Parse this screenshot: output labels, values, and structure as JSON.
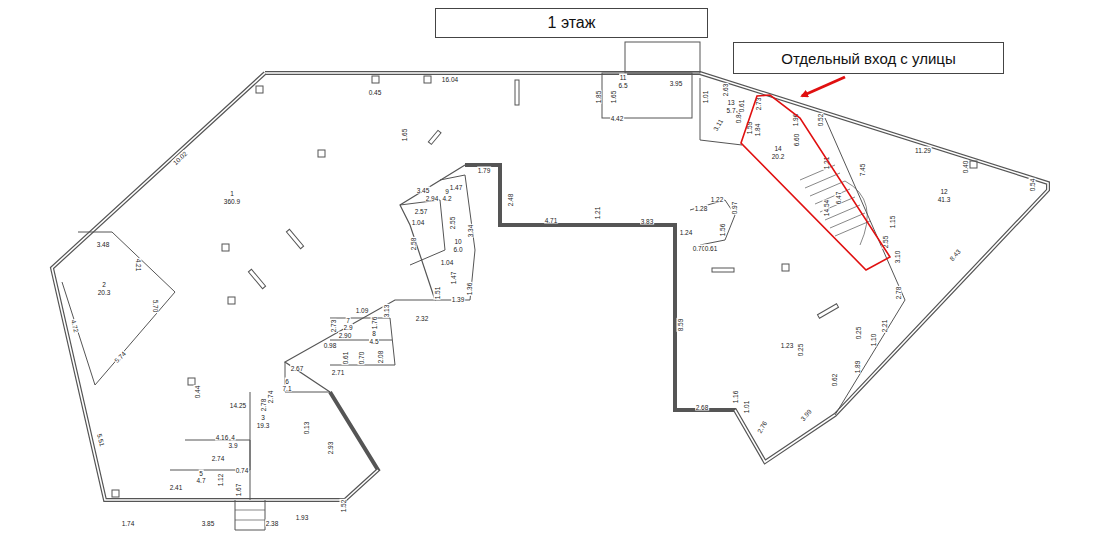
{
  "diagram": {
    "nodes": [
      {
        "text": [
          "1 этаж"
        ]
      },
      {
        "text": [
          "Отдельный вход с улицы"
        ]
      },
      {
        "text": [
          "14",
          "20.2"
        ]
      }
    ],
    "edges": [
      {
        "from": 1,
        "to": 2,
        "arrow": "to"
      }
    ],
    "labels": [
      "0.45",
      "16.04",
      "10.02",
      "1.65",
      "1",
      "360.9",
      "3.48",
      "4.21",
      "2",
      "20.3",
      "5.70",
      "4.72",
      "5.74",
      "0.44",
      "14.25",
      "5.51",
      "1.74",
      "2.41",
      "3.85",
      "2.74",
      "4.16",
      "4",
      "3.9",
      "5",
      "4.7",
      "0.74",
      "1.12",
      "1.67",
      "2.38",
      "1.93",
      "1.52",
      "3",
      "19.3",
      "0.13",
      "2.93",
      "2.78",
      "2.74",
      "2.67",
      "6",
      "7.1",
      "2.71",
      "0.61",
      "0.70",
      "2.08",
      "8",
      "4.5",
      "2.90",
      "2.73",
      "7",
      "2.9",
      "1.76",
      "0.98",
      "1.09",
      "3.13",
      "2.32",
      "1.51",
      "1.47",
      "1.39",
      "1.36",
      "1.04",
      "10",
      "6.0",
      "3.34",
      "2.58",
      "1.04",
      "2.55",
      "2.57",
      "3.45",
      "2.94",
      "9",
      "4.2",
      "1.47",
      "1.79",
      "2.48",
      "4.71",
      "1.21",
      "3.83",
      "1.28",
      "1.22",
      "0.97",
      "1.24",
      "0.70",
      "0.61",
      "1.56",
      "8.59",
      "2.68",
      "1.16",
      "1.01",
      "2.76",
      "3.99",
      "1.23",
      "0.25",
      "0.25",
      "1.10",
      "0.62",
      "1.89",
      "2.21",
      "2.78",
      "8.43",
      "3.10",
      "2.55",
      "1.15",
      "14.54",
      "6.47",
      "1.21",
      "7.45",
      "6.60",
      "1.84",
      "1.59",
      "0.52",
      "1.96",
      "0.84",
      "0.61",
      "2.73",
      "2.63",
      "13",
      "5.7",
      "3.11",
      "1.01",
      "11",
      "6.5",
      "3.95",
      "1.85",
      "1.65",
      "4.42",
      "11.29",
      "0.40",
      "12",
      "41.3",
      "0.54"
    ]
  }
}
